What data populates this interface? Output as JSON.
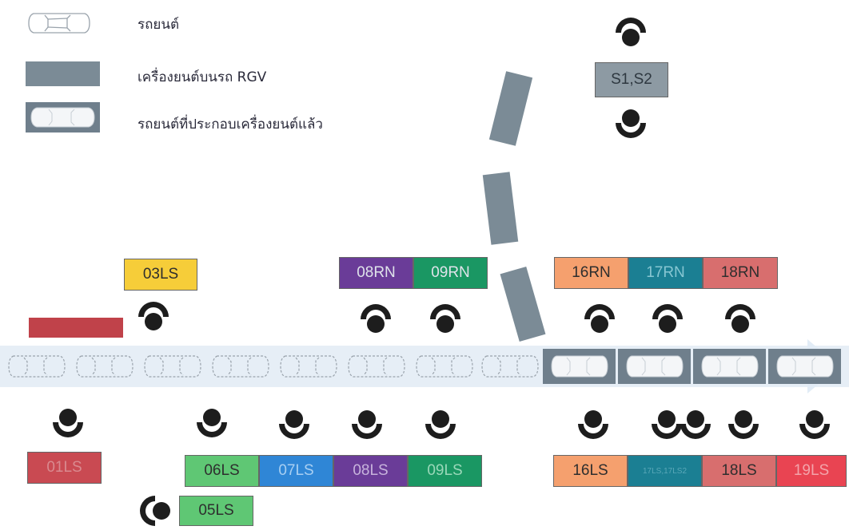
{
  "legend": [
    {
      "icon": "car-outline-icon",
      "label": "รถยนต์"
    },
    {
      "icon": "engine-on-rgv-icon",
      "label": "เครื่องยนต์บนรถ RGV"
    },
    {
      "icon": "assembled-car-icon",
      "label": "รถยนต์ที่ประกอบเครื่องยนต์แล้ว"
    }
  ],
  "stations_top": [
    {
      "label": "03LS",
      "color": "#f6cd39"
    },
    {
      "label": "08RN",
      "color": "#6a3c98"
    },
    {
      "label": "09RN",
      "color": "#1a9763"
    },
    {
      "label": "16RN",
      "color": "#f5a06e"
    },
    {
      "label": "17RN",
      "color": "#1b7f93"
    },
    {
      "label": "18RN",
      "color": "#d86e6e"
    }
  ],
  "stations_bottom": [
    {
      "label": "01LS",
      "color": "#c94a52"
    },
    {
      "label": "06LS",
      "color": "#5fc774"
    },
    {
      "label": "07LS",
      "color": "#2f86d6"
    },
    {
      "label": "08LS",
      "color": "#6a3c98"
    },
    {
      "label": "09LS",
      "color": "#1a9763"
    },
    {
      "label": "16LS",
      "color": "#f5a06e"
    },
    {
      "label": "17LS,17LS2",
      "color": "#1b7f93"
    },
    {
      "label": "18LS",
      "color": "#d86e6e"
    },
    {
      "label": "19LS",
      "color": "#e94452"
    },
    {
      "label": "05LS",
      "color": "#5fc774"
    }
  ],
  "station_s": {
    "label": "S1,S2",
    "color": "#8d9aa3"
  },
  "colors": {
    "track": "#e6eef6",
    "rgv": "#7b8b96",
    "assembled_bg": "#6f7f8c",
    "worker": "#1d1d1d",
    "red_bar": "#c0424a"
  }
}
